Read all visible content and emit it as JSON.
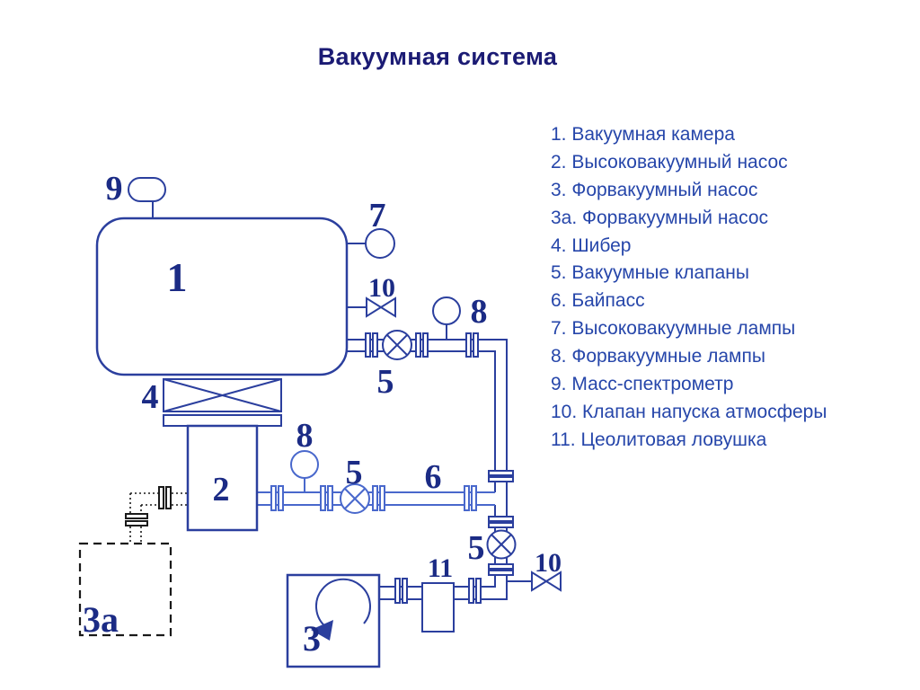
{
  "title": "Вакуумная система",
  "legend": {
    "items": [
      "1. Вакуумная камера",
      "2. Высоковакуумный насос",
      "3. Форвакуумный насос",
      "3а. Форвакуумный насос",
      "4. Шибер",
      "5. Вакуумные клапаны",
      "6. Байпасс",
      "7. Высоковакуумные лампы",
      "8. Форвакуумные лампы",
      "9. Масс-спектрометр",
      "10. Клапан напуска атмосферы",
      "11. Цеолитовая ловушка"
    ]
  },
  "diagram": {
    "labels": {
      "chamber": "1",
      "hv_pump": "2",
      "fv_pump": "3",
      "fv_pump_alt": "3а",
      "gate_valve": "4",
      "valve_top": "5",
      "valve_mid": "5",
      "valve_right": "5",
      "bypass": "6",
      "hv_lamp": "7",
      "fv_lamp_top": "8",
      "fv_lamp_mid": "8",
      "mass_spec": "9",
      "air_valve_top": "10",
      "air_valve_bottom": "10",
      "zeolite_trap": "11"
    },
    "colors": {
      "title_text": "#1b1b74",
      "legend_text": "#2646aa",
      "label_text": "#1b2b85",
      "main_outline": "#2b3f9e",
      "bypass_outline": "#4968cc",
      "alt_connection": "#1a1a1a",
      "background": "#ffffff"
    }
  }
}
